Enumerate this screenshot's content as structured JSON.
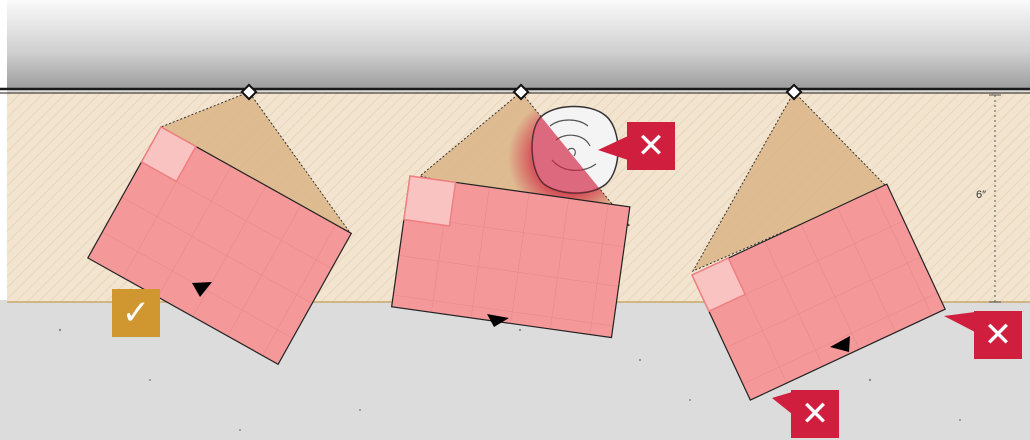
{
  "diagram": {
    "dimension_label": "6″",
    "colors": {
      "background": "#dcdcdc",
      "strip": "#f3e4d0",
      "cone": "#dcb68a",
      "tile": "#f4989a",
      "tile_corner": "#f9c3c2",
      "ok": "#d09630",
      "bad": "#d01e3e",
      "arrow": "#000000"
    },
    "placements": [
      {
        "status": "ok",
        "status_icon": "check-icon"
      },
      {
        "status": "bad",
        "reason": "obstacle-in-view",
        "status_icon": "close-icon"
      },
      {
        "status": "bad",
        "reason": "extends-past-edge",
        "status_icon": "close-icon"
      }
    ],
    "badges": [
      {
        "symbol": "✓",
        "icon": "check-icon"
      },
      {
        "symbol": "✕",
        "icon": "close-icon"
      },
      {
        "symbol": "✕",
        "icon": "close-icon"
      },
      {
        "symbol": "✕",
        "icon": "close-icon"
      }
    ]
  }
}
